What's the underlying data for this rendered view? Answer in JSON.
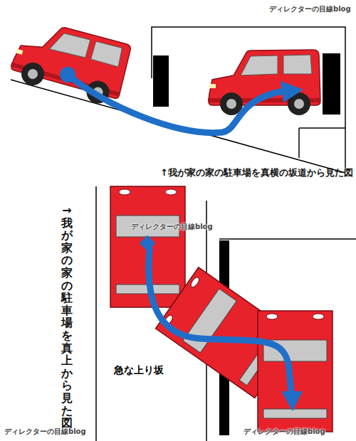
{
  "diagram": {
    "labels": [
      "ディレクターの目線blog",
      "↑我が家の家の駐車場を真横の坂道から見た図",
      "ディレクターの目線blog",
      "→我が家の家の駐車場を真上から見た図",
      "急な上り坂",
      "ディレクターの目線blog",
      "ディレクターの目線blog"
    ]
  }
}
